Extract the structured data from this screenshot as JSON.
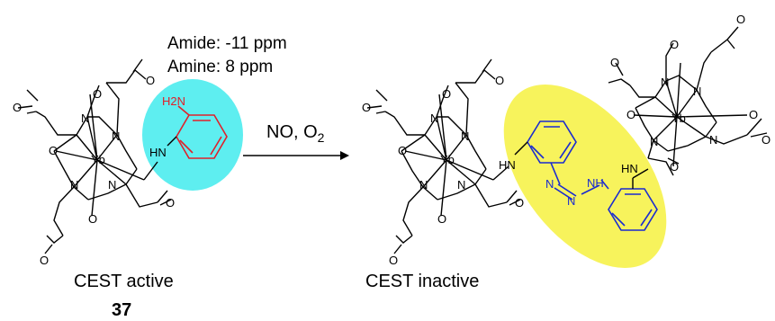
{
  "annotation": {
    "amide": "Amide: -11 ppm",
    "amine": "Amine: 8 ppm"
  },
  "reagents": {
    "text": "NO, O",
    "subscript": "2"
  },
  "labels": {
    "left_state": "CEST active",
    "right_state": "CEST inactive",
    "compound_number": "37"
  },
  "atoms": {
    "metal": "Yb",
    "nitrogen": "N",
    "oxygen": "O",
    "amine": "H2N",
    "amide_nh": "HN",
    "azo_n": "N",
    "triazene_nh": "NH"
  },
  "colors": {
    "highlight_left": "#5eeef0",
    "highlight_right": "#f7f35c",
    "amine_color": "#e0202a",
    "azo_color": "#1a2bd0"
  }
}
